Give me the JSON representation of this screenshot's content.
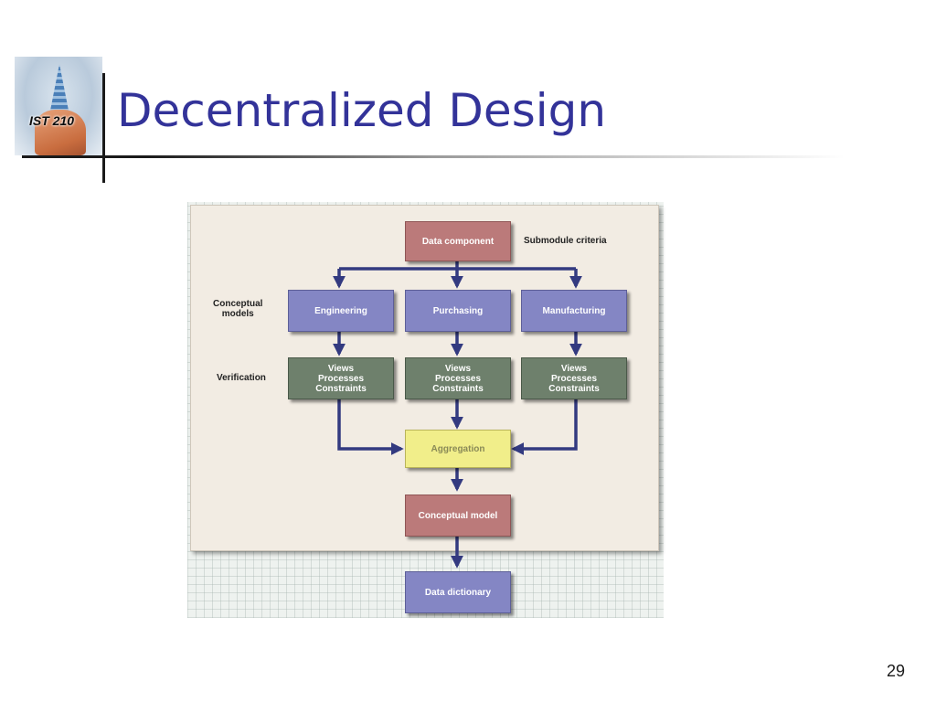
{
  "slide": {
    "title": "Decentralized Design",
    "logo_text": "IST 210",
    "page_number": "29"
  },
  "diagram": {
    "side_labels": {
      "submodule": "Submodule criteria",
      "conceptual": "Conceptual\nmodels",
      "verification": "Verification"
    },
    "nodes": {
      "data_component": "Data component",
      "engineering": "Engineering",
      "purchasing": "Purchasing",
      "manufacturing": "Manufacturing",
      "views_1": "Views\nProcesses\nConstraints",
      "views_2": "Views\nProcesses\nConstraints",
      "views_3": "Views\nProcesses\nConstraints",
      "aggregation": "Aggregation",
      "conceptual_model": "Conceptual model",
      "data_dictionary": "Data dictionary"
    },
    "colors": {
      "red_box": "#bb7a7a",
      "purple_box": "#8486c4",
      "green_box": "#6e806c",
      "yellow_box": "#f1ee8a",
      "arrow": "#333a80",
      "title": "#333399"
    }
  }
}
